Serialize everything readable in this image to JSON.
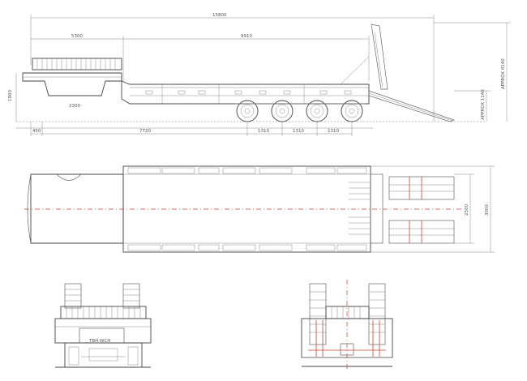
{
  "side_view": {
    "dim_overall_length": "15800",
    "dim_gooseneck_length": "5300",
    "dim_deck_length": "9910",
    "dim_gooseneck_deck": "2300",
    "dim_front_overhang": "450",
    "dim_kingpin_to_axle": "7720",
    "dim_axle_spacing_1": "1310",
    "dim_axle_spacing_2": "1310",
    "dim_axle_spacing_3": "1310",
    "dim_height_left": "1860",
    "dim_ramp_height": "APPROX 1140",
    "dim_overall_height": "APPROX 4140"
  },
  "top_view": {
    "dim_inner_width": "2500",
    "dim_overall_width": "3000"
  },
  "front_view": {
    "plate_text": "TBH-WCH"
  },
  "colors": {
    "line": "#666666",
    "centerline": "#d04030"
  }
}
